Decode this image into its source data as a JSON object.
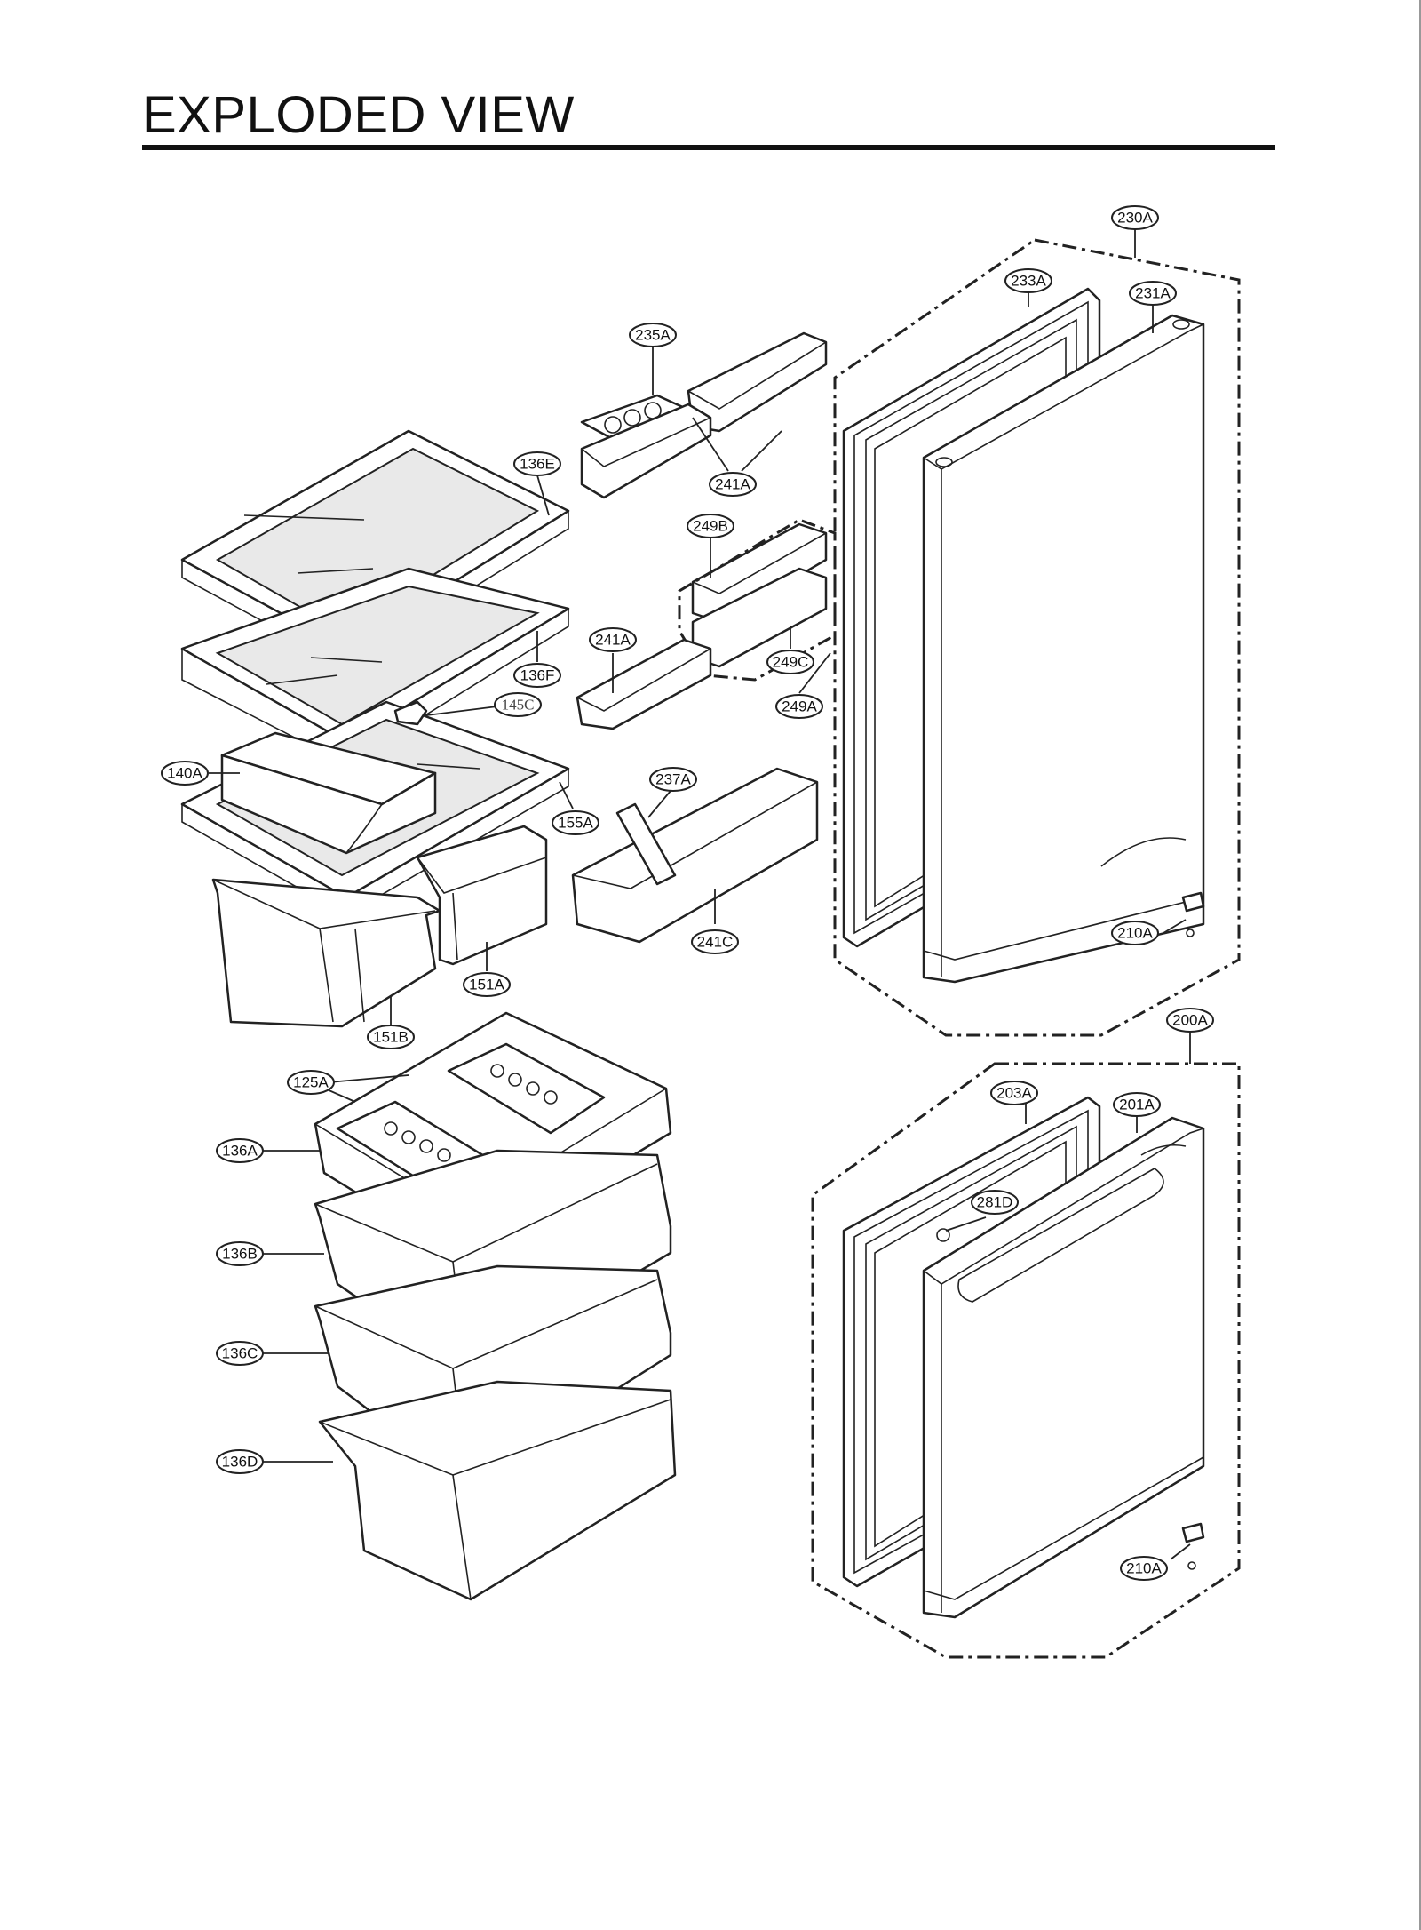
{
  "title": "EXPLODED VIEW",
  "part_labels": {
    "p230A": "230A",
    "p233A": "233A",
    "p231A": "231A",
    "p235A": "235A",
    "p241A_top": "241A",
    "p249B": "249B",
    "p136E": "136E",
    "p241A_mid": "241A",
    "p249C": "249C",
    "p249A": "249A",
    "p136F": "136F",
    "p145C": "145C",
    "p140A": "140A",
    "p237A": "237A",
    "p155A": "155A",
    "p241C": "241C",
    "p210A_top": "210A",
    "p151A": "151A",
    "p151B": "151B",
    "p200A": "200A",
    "p125A": "125A",
    "p203A": "203A",
    "p201A": "201A",
    "p136A": "136A",
    "p281D": "281D",
    "p136B": "136B",
    "p136C": "136C",
    "p136D": "136D",
    "p210A_bottom": "210A"
  }
}
